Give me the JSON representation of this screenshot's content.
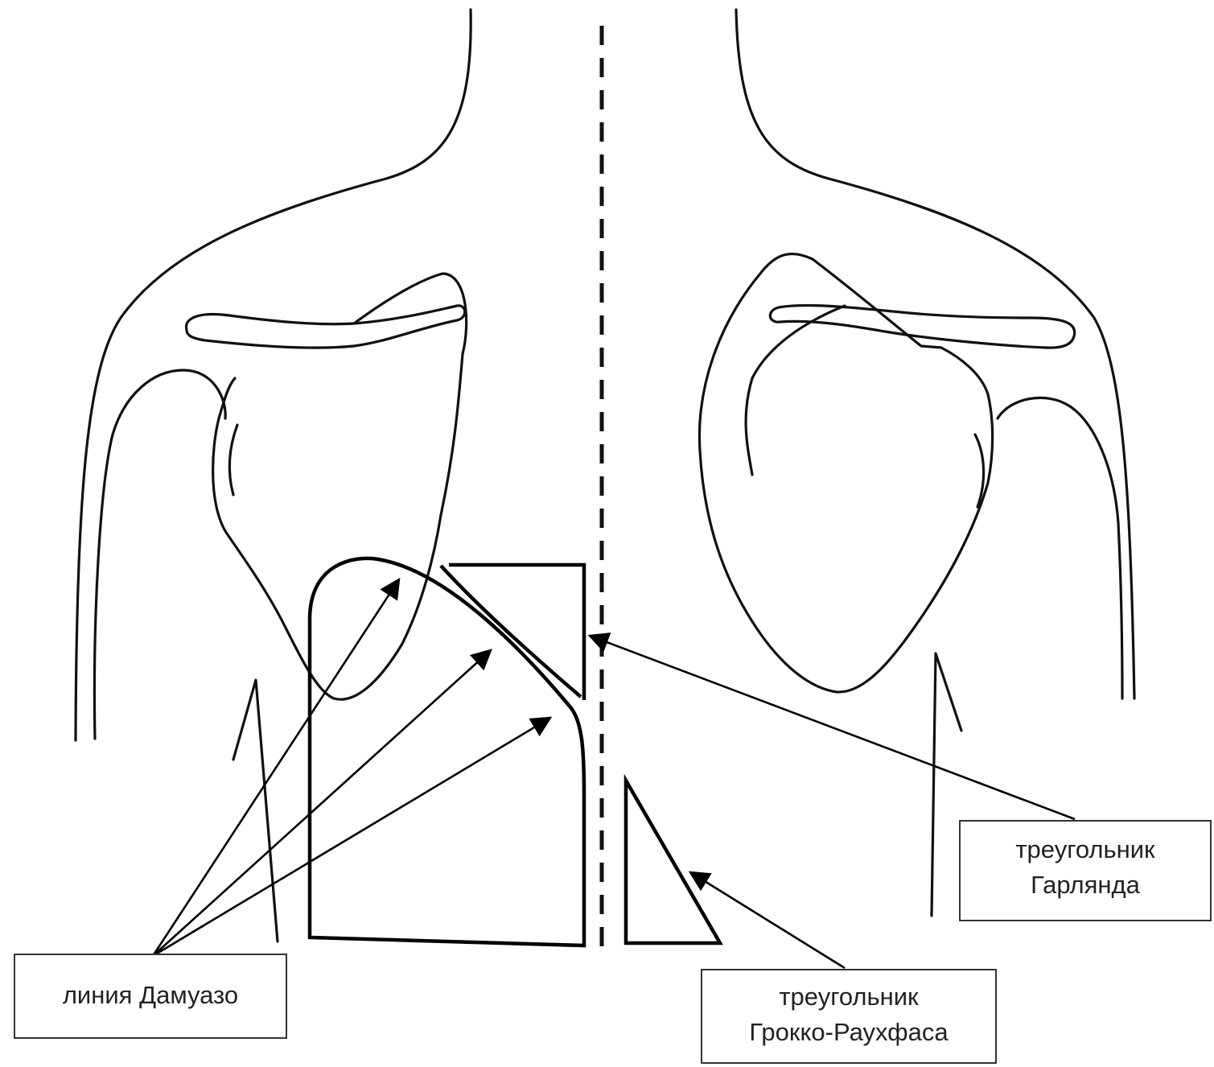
{
  "labels": {
    "damoiseau_line": "линия Дамуазо",
    "garland_triangle": {
      "line1": "треугольник",
      "line2": "Гарлянда"
    },
    "grocco_rauchfuss_triangle": {
      "line1": "треугольник",
      "line2": "Грокко-Раухфаса"
    }
  },
  "colors": {
    "ink": "#111111",
    "background": "#ffffff",
    "label_border": "#333333"
  }
}
